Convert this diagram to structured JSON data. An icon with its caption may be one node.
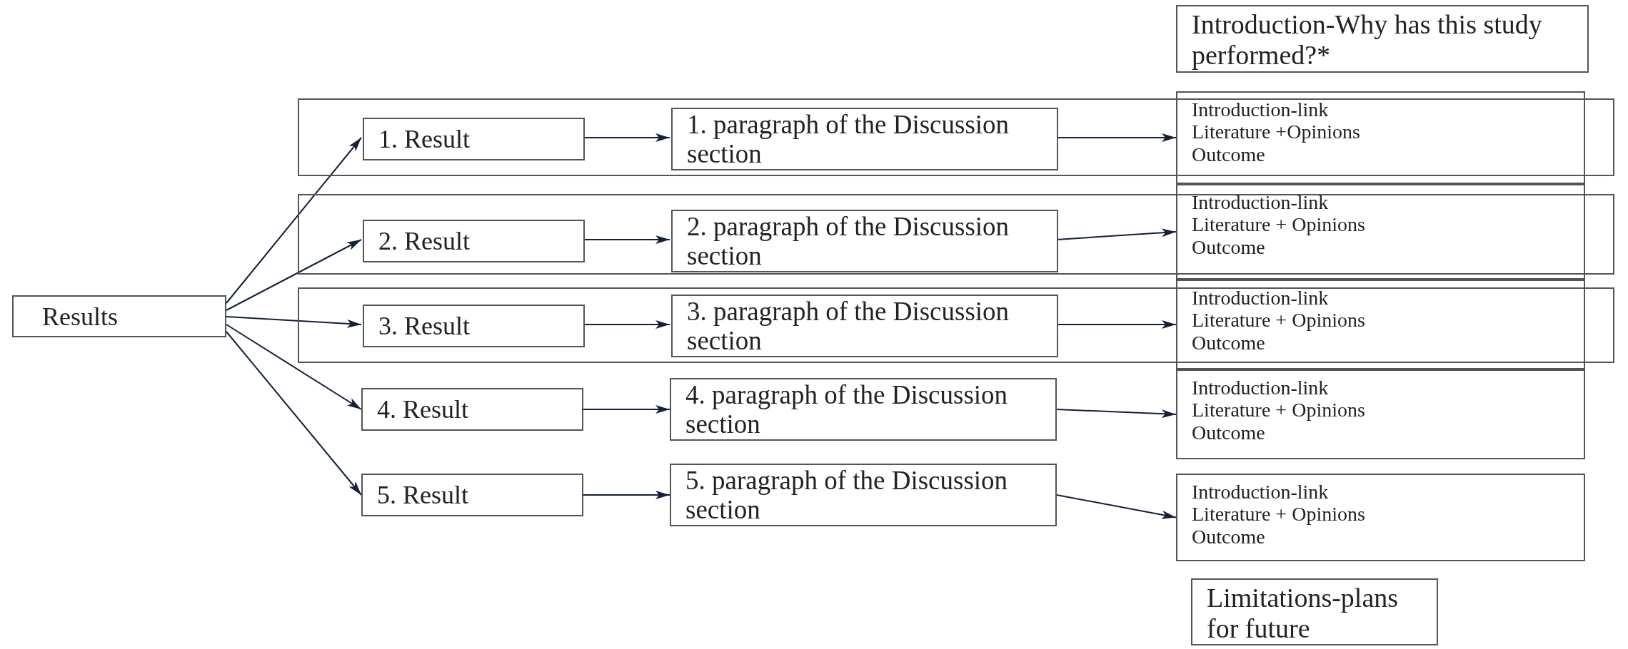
{
  "diagram": {
    "nodes": [
      {
        "text": [
          "Introduction-Why has this study performed?*"
        ]
      },
      {
        "text": [
          "Results"
        ]
      },
      {
        "text": [],
        "shape": "box"
      },
      {
        "text": [
          "1. Result"
        ],
        "in": 2
      },
      {
        "text": [
          "1. paragraph of the Discussion section"
        ],
        "in": 2
      },
      {
        "text": [
          "Introduction-link",
          "Literature +Opinions",
          "Outcome"
        ]
      },
      {
        "text": [],
        "shape": "box"
      },
      {
        "text": [
          "2. Result"
        ],
        "in": 6
      },
      {
        "text": [
          "2. paragraph of the Discussion section"
        ],
        "in": 6
      },
      {
        "text": [
          "Introduction-link",
          "Literature + Opinions",
          "Outcome"
        ]
      },
      {
        "text": [],
        "shape": "box"
      },
      {
        "text": [
          "3. Result"
        ],
        "in": 10
      },
      {
        "text": [
          "3. paragraph of the Discussion section"
        ],
        "in": 10
      },
      {
        "text": [
          "Introduction-link",
          "Literature + Opinions",
          "Outcome"
        ]
      },
      {
        "text": [
          "4. Result"
        ]
      },
      {
        "text": [
          "4. paragraph of the Discussion section"
        ]
      },
      {
        "text": [
          "Introduction-link",
          "Literature + Opinions",
          "Outcome"
        ]
      },
      {
        "text": [
          "5. Result"
        ]
      },
      {
        "text": [
          "5. paragraph of the Discussion section"
        ]
      },
      {
        "text": [
          "Introduction-link",
          "Literature + Opinions",
          "Outcome"
        ]
      },
      {
        "text": [
          "Limitations-plans for future"
        ]
      }
    ],
    "edges": [
      {
        "from": 1,
        "to": 3,
        "arrow": "to"
      },
      {
        "from": 1,
        "to": 7,
        "arrow": "to"
      },
      {
        "from": 1,
        "to": 11,
        "arrow": "to"
      },
      {
        "from": 1,
        "to": 14,
        "arrow": "to"
      },
      {
        "from": 1,
        "to": 17,
        "arrow": "to"
      },
      {
        "from": 3,
        "to": 4,
        "arrow": "to"
      },
      {
        "from": 4,
        "to": 5,
        "arrow": "to"
      },
      {
        "from": 7,
        "to": 8,
        "arrow": "to"
      },
      {
        "from": 8,
        "to": 9,
        "arrow": "to"
      },
      {
        "from": 11,
        "to": 12,
        "arrow": "to"
      },
      {
        "from": 12,
        "to": 13,
        "arrow": "to"
      },
      {
        "from": 14,
        "to": 15,
        "arrow": "to"
      },
      {
        "from": 15,
        "to": 16,
        "arrow": "to"
      },
      {
        "from": 17,
        "to": 18,
        "arrow": "to"
      },
      {
        "from": 18,
        "to": 19,
        "arrow": "to"
      }
    ]
  }
}
